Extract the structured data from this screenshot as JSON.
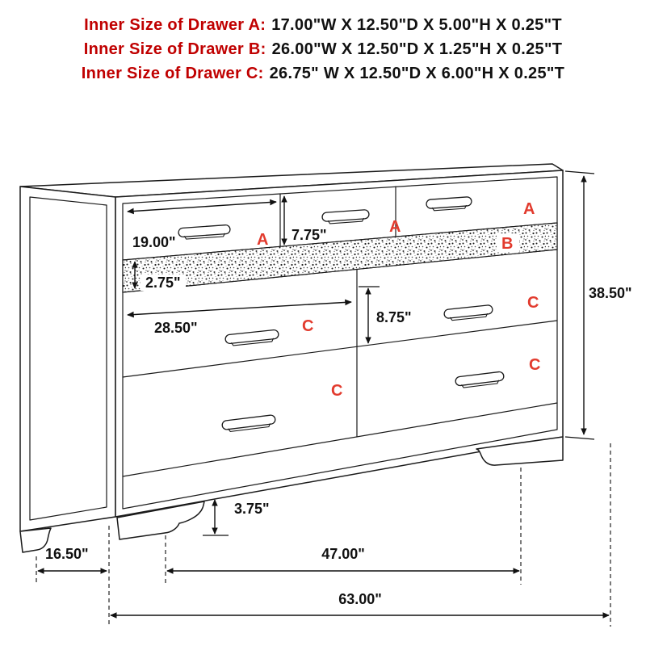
{
  "header": {
    "lines": [
      {
        "prefix": "Inner Size of Drawer A:",
        "specs": "17.00\"W X 12.50\"D X 5.00\"H X 0.25\"T"
      },
      {
        "prefix": "Inner Size of Drawer B:",
        "specs": "26.00\"W X 12.50\"D X 1.25\"H X 0.25\"T"
      },
      {
        "prefix": "Inner Size of Drawer C:",
        "specs": "26.75\" W X 12.50\"D X 6.00\"H X 0.25\"T"
      }
    ]
  },
  "diagram": {
    "labels": {
      "a": "A",
      "b": "B",
      "c": "C"
    },
    "dimensions": {
      "drawer_a_width": "19.00\"",
      "drawer_a_front_height": "7.75\"",
      "jewelry_drawer_height": "2.75\"",
      "drawer_c_width": "28.50\"",
      "drawer_c_front_height": "8.75\"",
      "overall_height": "38.50\"",
      "foot_height": "3.75\"",
      "side_depth": "16.50\"",
      "between_legs_width": "47.00\"",
      "overall_width": "63.00\""
    },
    "colors": {
      "label_red": "#e23b2e",
      "title_red": "#c00000",
      "line": "#1a1a1a"
    }
  }
}
